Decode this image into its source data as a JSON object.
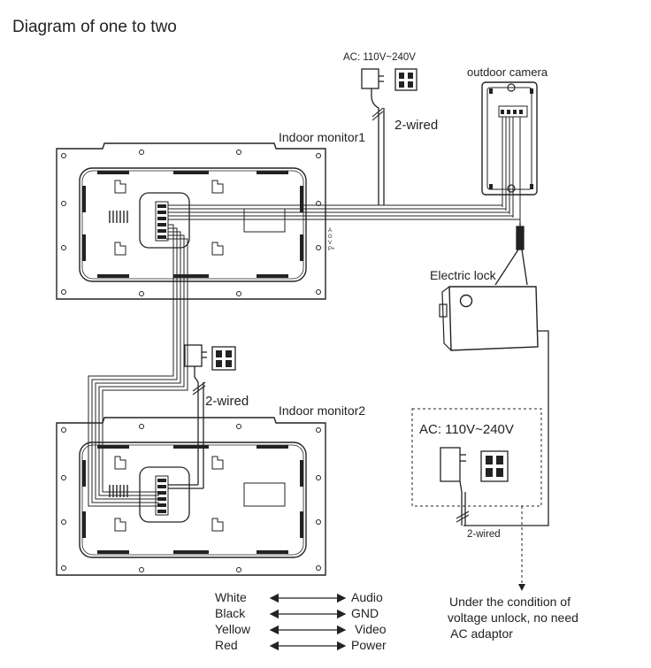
{
  "title": "Diagram of one to two",
  "labels": {
    "ac_top": "AC: 110V~240V",
    "outdoor_camera": "outdoor camera",
    "two_wired_top": "2-wired",
    "indoor_monitor_1": "Indoor monitor1",
    "agvp": [
      "A",
      "G",
      "V",
      "P+"
    ],
    "electric_lock": "Electric lock",
    "two_wired_mid": "2-wired",
    "indoor_monitor_2": "Indoor monitor2",
    "ac_box": "AC: 110V~240V",
    "two_wired_box": "2-wired",
    "note": [
      "Under the condition of",
      "voltage unlock, no need",
      " AC adaptor"
    ]
  },
  "legend": [
    {
      "wire": "White",
      "signal": "Audio"
    },
    {
      "wire": "Black",
      "signal": "GND"
    },
    {
      "wire": "Yellow",
      "signal": "Video"
    },
    {
      "wire": "Red",
      "signal": "Power"
    }
  ],
  "colors": {
    "line": "#222222",
    "text": "#222222",
    "background": "#ffffff"
  }
}
